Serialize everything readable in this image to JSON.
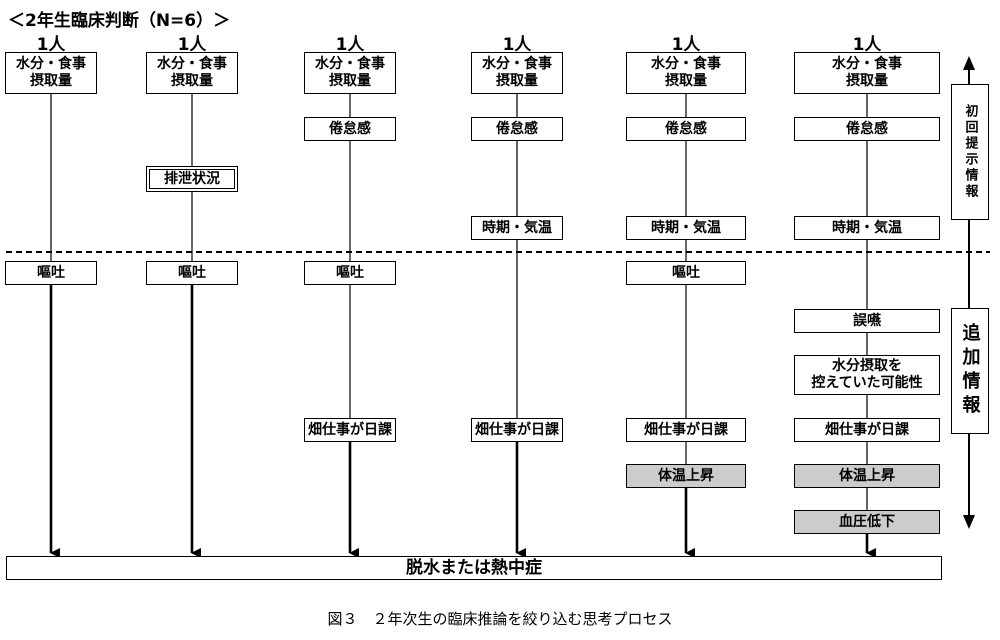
{
  "title": "＜2年生臨床判断（N=6）＞",
  "columns": [
    {
      "count": "1人",
      "items": [
        {
          "slot": "intake",
          "text": "水分・食事\n摂取量",
          "style": "plain"
        },
        {
          "slot": "vomit",
          "text": "嘔吐",
          "style": "plain"
        }
      ]
    },
    {
      "count": "1人",
      "items": [
        {
          "slot": "intake",
          "text": "水分・食事\n摂取量",
          "style": "plain"
        },
        {
          "slot": "excretion",
          "text": "排泄状況",
          "style": "double"
        },
        {
          "slot": "vomit",
          "text": "嘔吐",
          "style": "plain"
        }
      ]
    },
    {
      "count": "1人",
      "items": [
        {
          "slot": "intake",
          "text": "水分・食事\n摂取量",
          "style": "plain"
        },
        {
          "slot": "fatigue",
          "text": "倦怠感",
          "style": "plain"
        },
        {
          "slot": "vomit",
          "text": "嘔吐",
          "style": "plain"
        },
        {
          "slot": "farm",
          "text": "畑仕事が日課",
          "style": "plain"
        }
      ]
    },
    {
      "count": "1人",
      "items": [
        {
          "slot": "intake",
          "text": "水分・食事\n摂取量",
          "style": "plain"
        },
        {
          "slot": "fatigue",
          "text": "倦怠感",
          "style": "plain"
        },
        {
          "slot": "season",
          "text": "時期・気温",
          "style": "plain"
        },
        {
          "slot": "farm",
          "text": "畑仕事が日課",
          "style": "plain"
        }
      ]
    },
    {
      "count": "1人",
      "items": [
        {
          "slot": "intake",
          "text": "水分・食事\n摂取量",
          "style": "plain"
        },
        {
          "slot": "fatigue",
          "text": "倦怠感",
          "style": "plain"
        },
        {
          "slot": "season",
          "text": "時期・気温",
          "style": "plain"
        },
        {
          "slot": "vomit",
          "text": "嘔吐",
          "style": "plain"
        },
        {
          "slot": "farm",
          "text": "畑仕事が日課",
          "style": "plain"
        },
        {
          "slot": "temp",
          "text": "体温上昇",
          "style": "gray"
        }
      ]
    },
    {
      "count": "1人",
      "items": [
        {
          "slot": "intake",
          "text": "水分・食事\n摂取量",
          "style": "plain"
        },
        {
          "slot": "fatigue",
          "text": "倦怠感",
          "style": "plain"
        },
        {
          "slot": "season",
          "text": "時期・気温",
          "style": "plain"
        },
        {
          "slot": "aspiration",
          "text": "誤嚥",
          "style": "plain"
        },
        {
          "slot": "restrict",
          "text": "水分摂取を\n控えていた可能性",
          "style": "plain"
        },
        {
          "slot": "farm",
          "text": "畑仕事が日課",
          "style": "plain"
        },
        {
          "slot": "temp",
          "text": "体温上昇",
          "style": "gray"
        },
        {
          "slot": "bp",
          "text": "血圧低下",
          "style": "gray"
        }
      ]
    }
  ],
  "conclusion": "脱水または熱中症",
  "side_labels": {
    "initial": "初回提示情報",
    "additional": "追加情報"
  },
  "caption": "図３　２年次生の臨床推論を絞り込む思考プロセス"
}
